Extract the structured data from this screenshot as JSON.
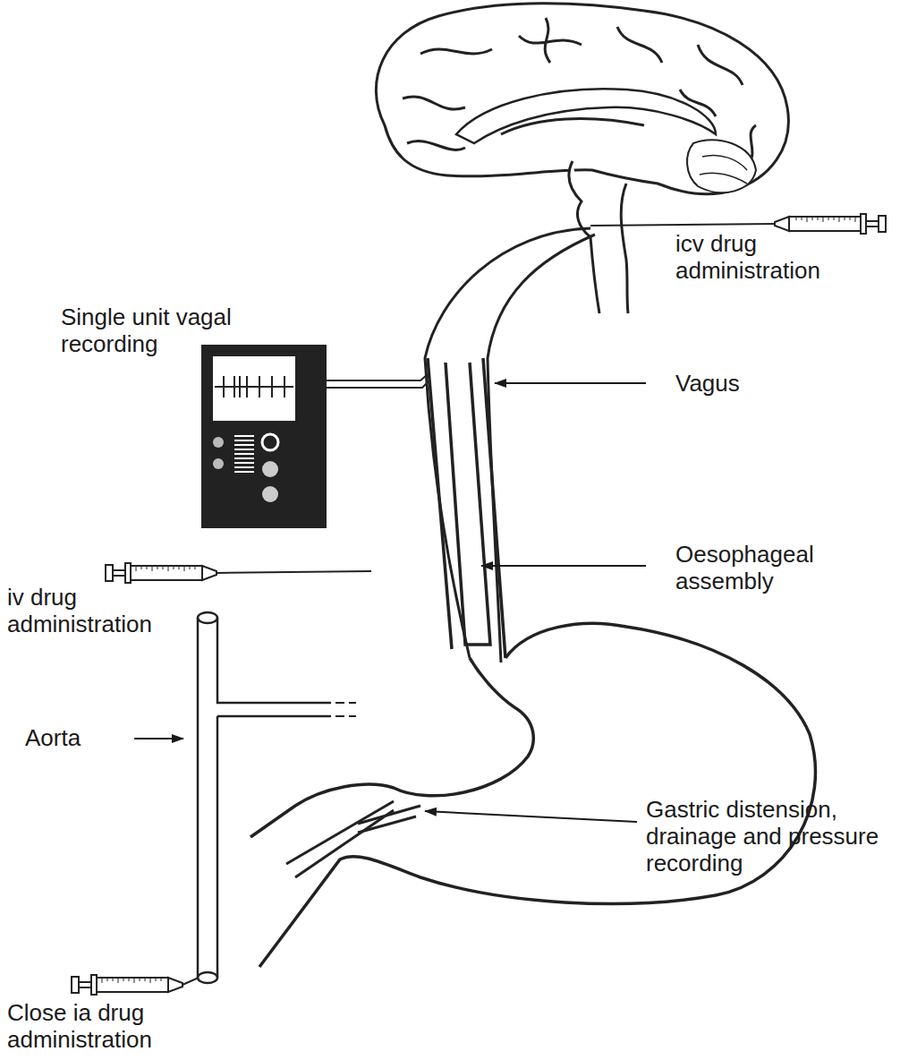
{
  "diagram": {
    "labels": [
      "icv drug administration",
      "Single unit vagal recording",
      "Vagus",
      "Oesophageal assembly",
      "iv drug administration",
      "Aorta",
      "Gastric distension, drainage and pressure recording",
      "Close ia drug administration"
    ]
  }
}
